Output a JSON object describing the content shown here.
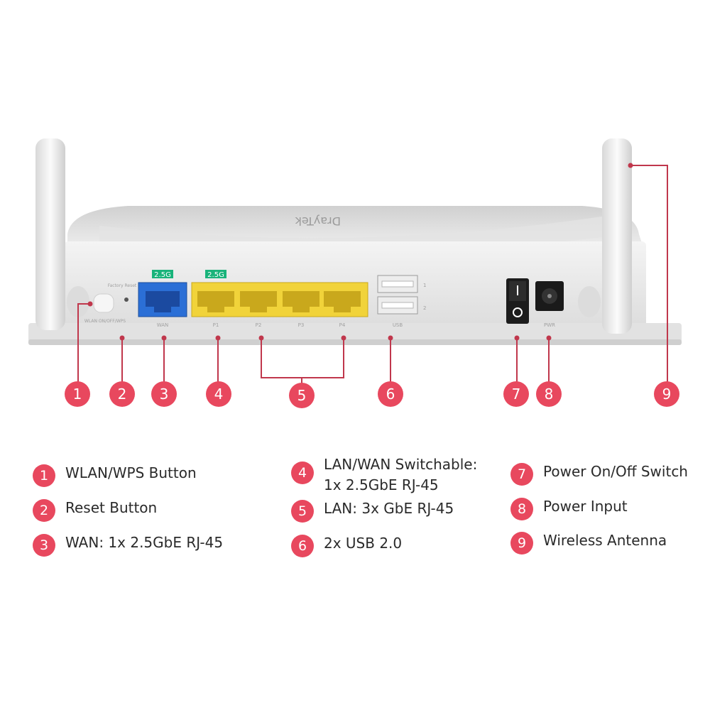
{
  "colors": {
    "badge": "#e8485e",
    "callout_line": "#c0374c",
    "wan_port": "#2b6fd6",
    "lan_port": "#f1d33a",
    "speed_tag": "#19b37a"
  },
  "device": {
    "brand_label": "DrayTek",
    "speed_tags": [
      "2.5G",
      "2.5G"
    ],
    "button_label": "WLAN ON/OFF/WPS",
    "reset_label": "Factory Reset",
    "wan_label": "WAN",
    "lan_labels": [
      "P1",
      "P2",
      "P3",
      "P4"
    ],
    "usb_label": "USB",
    "usb_numbers": [
      "1",
      "2"
    ],
    "pwr_label": "PWR"
  },
  "callouts": [
    "1",
    "2",
    "3",
    "4",
    "5",
    "6",
    "7",
    "8",
    "9"
  ],
  "legend": [
    {
      "num": "1",
      "lines": [
        "WLAN/WPS Button"
      ]
    },
    {
      "num": "2",
      "lines": [
        "Reset Button"
      ]
    },
    {
      "num": "3",
      "lines": [
        "WAN: 1x 2.5GbE RJ-45"
      ]
    },
    {
      "num": "4",
      "lines": [
        "LAN/WAN Switchable:",
        "1x 2.5GbE RJ-45"
      ]
    },
    {
      "num": "5",
      "lines": [
        "LAN: 3x GbE RJ-45"
      ]
    },
    {
      "num": "6",
      "lines": [
        "2x USB 2.0"
      ]
    },
    {
      "num": "7",
      "lines": [
        "Power On/Off Switch"
      ]
    },
    {
      "num": "8",
      "lines": [
        "Power Input"
      ]
    },
    {
      "num": "9",
      "lines": [
        "Wireless Antenna"
      ]
    }
  ]
}
